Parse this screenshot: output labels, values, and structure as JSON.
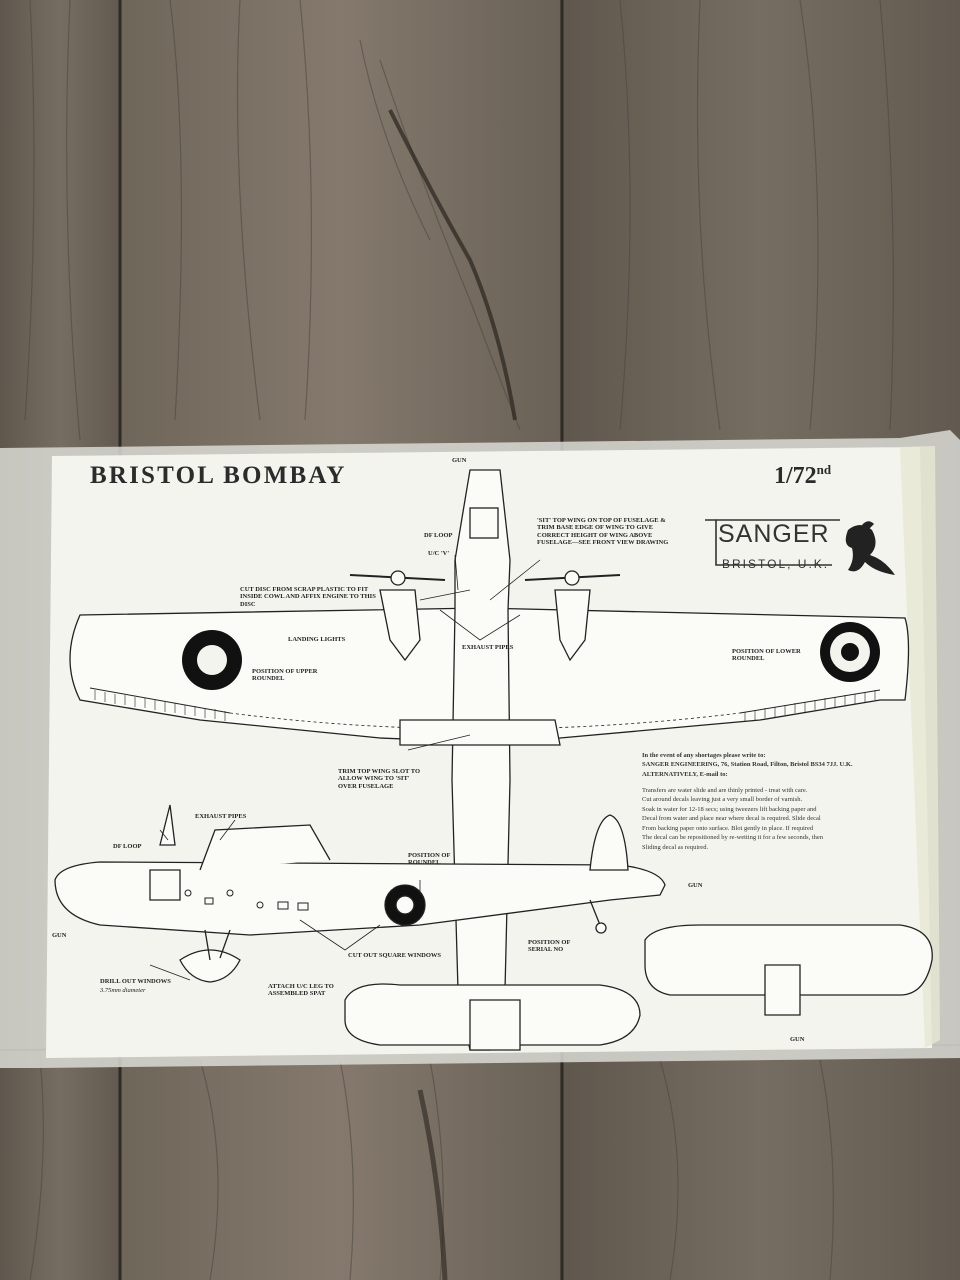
{
  "sheet": {
    "title": "BRISTOL BOMBAY",
    "scale": "1/72",
    "scale_suffix": "nd",
    "brand": "SANGER",
    "brand_location": "BRISTOL, U.K."
  },
  "labels": {
    "gun_top": "GUN",
    "df_loop_top": "DF LOOP",
    "uc_v": "U/C 'V'",
    "sit_wing": "'SIT' TOP WING ON TOP OF FUSELAGE & TRIM BASE EDGE OF WING TO GIVE CORRECT HEIGHT OF WING ABOVE FUSELAGE—see FRONT VIEW DRAWING",
    "cut_disc": "CUT DISC FROM SCRAP PLASTIC TO FIT INSIDE COWL AND AFFIX ENGINE TO THIS DISC",
    "landing_lights": "LANDING LIGHTS",
    "exhaust_pipes_top": "EXHAUST PIPES",
    "upper_roundel": "POSITION OF UPPER ROUNDEL",
    "lower_roundel": "POSITION OF LOWER ROUNDEL",
    "trim_slot": "TRIM TOP WING SLOT TO ALLOW WING TO 'SIT' OVER FUSELAGE",
    "exhaust_pipes_side": "EXHAUST PIPES",
    "df_loop_side": "DF LOOP",
    "roundel_side": "POSITION OF ROUNDEL",
    "gun_side": "GUN",
    "drill_windows": "DRILL OUT WINDOWS",
    "drill_size": "3.75mm diameter",
    "cut_square": "CUT OUT SQUARE WINDOWS",
    "serial": "POSITION OF SERIAL No",
    "attach_uc": "ATTACH U/C LEG TO ASSEMBLED SPAT",
    "gun_front": "GUN",
    "gun_bottom": "GUN"
  },
  "notes": {
    "heading": "In the event of any shortages please write to:",
    "address": "SANGER ENGINEERING, 76, Station Road, Filton, Bristol BS34 7JJ. U.K.",
    "alt": "ALTERNATIVELY,      E-mail to:",
    "lines": [
      "Transfers are water slide       and are thinly printed - treat with care.",
      "Cut around decals leaving        just a very small border of varnish.",
      "Soak in water for 12-18 secs; using tweezers lift backing paper and",
      "Decal from water and place near where decal is required. Slide decal",
      "From backing paper onto surface. Blot gently in place. If required",
      "The decal can be repositioned by re-wetting it for a few seconds, then",
      "Sliding decal as required."
    ]
  },
  "colors": {
    "floor": "#6e655b",
    "paper": "#f4f4ef",
    "ink": "#1a1a1a"
  }
}
